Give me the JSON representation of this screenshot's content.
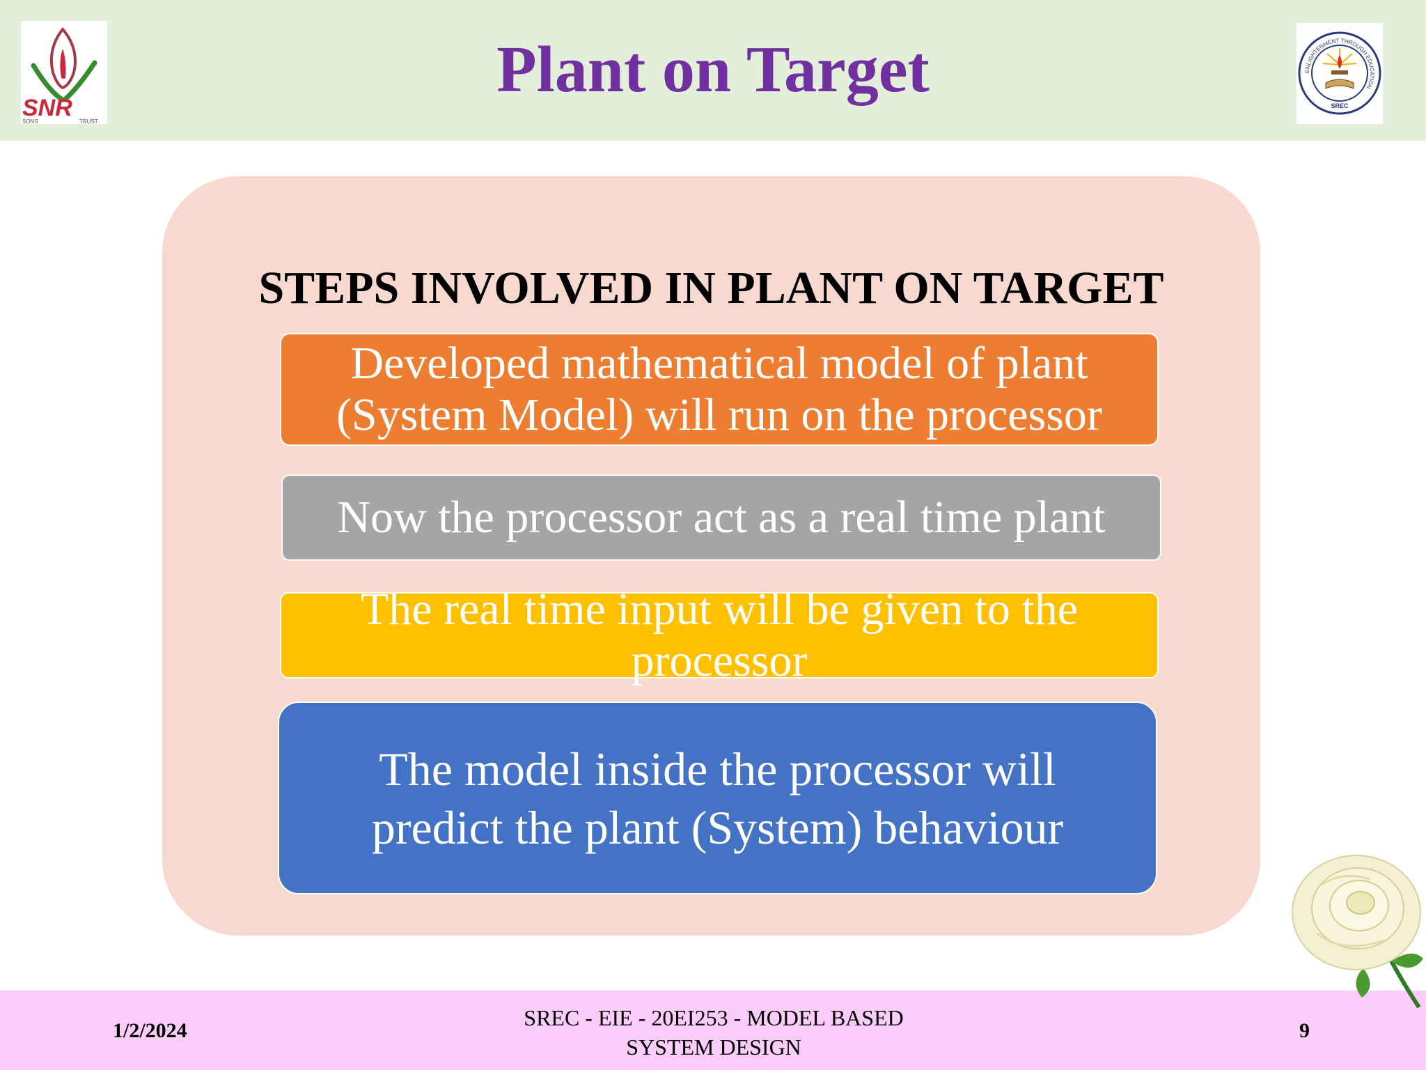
{
  "header": {
    "title": "Plant on Target",
    "logo_left_text": "SNR",
    "logo_left_small_left": "SONS",
    "logo_left_small_right": "TRUST",
    "logo_right_ring_text": "ENLIGHTENMENT THROUGH EDUCATION",
    "logo_right_bottom_text": "SREC"
  },
  "panel": {
    "heading": "STEPS INVOLVED IN PLANT ON TARGET",
    "steps": [
      {
        "lines": [
          "Developed mathematical model of plant",
          "(System Model) will run on the processor"
        ],
        "color": "#ed7d31"
      },
      {
        "lines": [
          "Now the processor act as a real time plant"
        ],
        "color": "#a5a5a5"
      },
      {
        "lines": [
          "The real time input will be given to the",
          "processor"
        ],
        "color": "#ffc000"
      },
      {
        "lines": [
          "The model inside the processor will",
          "predict the plant (System) behaviour"
        ],
        "color": "#4472c4"
      }
    ]
  },
  "footer": {
    "date": "1/2/2024",
    "course_line1": "SREC - EIE - 20EI253 - MODEL BASED",
    "course_line2": "SYSTEM DESIGN",
    "page_number": "9"
  },
  "colors": {
    "title": "#7030a0",
    "header_bg": "#e3efdb",
    "panel_bg": "#f7d9cf",
    "footer_bg": "#fcccfa"
  }
}
